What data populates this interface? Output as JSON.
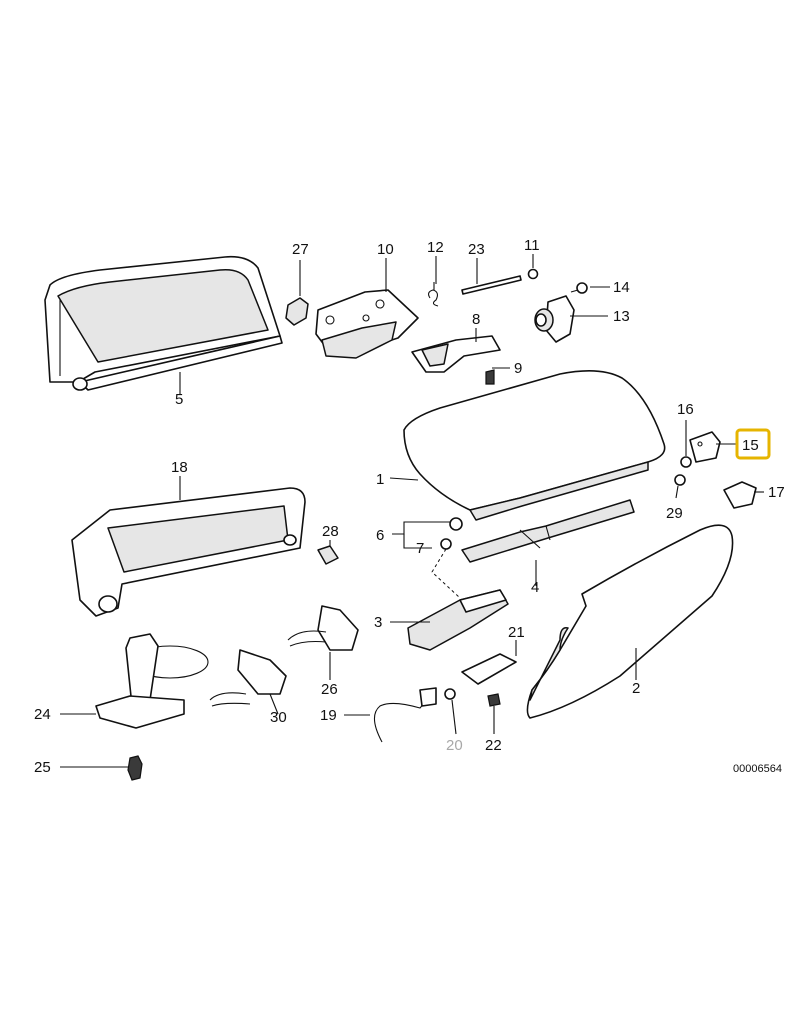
{
  "diagram": {
    "highlight_color": "#e6b400",
    "dimmed_color": "#a8a8a8",
    "highlighted_part": "15",
    "dimmed_part": "20",
    "reference_code": "00006564",
    "labels": {
      "p1": "1",
      "p2": "2",
      "p3": "3",
      "p4": "4",
      "p5": "5",
      "p6": "6",
      "p7": "7",
      "p8": "8",
      "p9": "9",
      "p10": "10",
      "p11": "11",
      "p12": "12",
      "p13": "13",
      "p14": "14",
      "p15": "15",
      "p16": "16",
      "p17": "17",
      "p18": "18",
      "p19": "19",
      "p20": "20",
      "p21": "21",
      "p22": "22",
      "p23": "23",
      "p24": "24",
      "p25": "25",
      "p26": "26",
      "p27": "27",
      "p28": "28",
      "p29": "29",
      "p30": "30"
    }
  }
}
